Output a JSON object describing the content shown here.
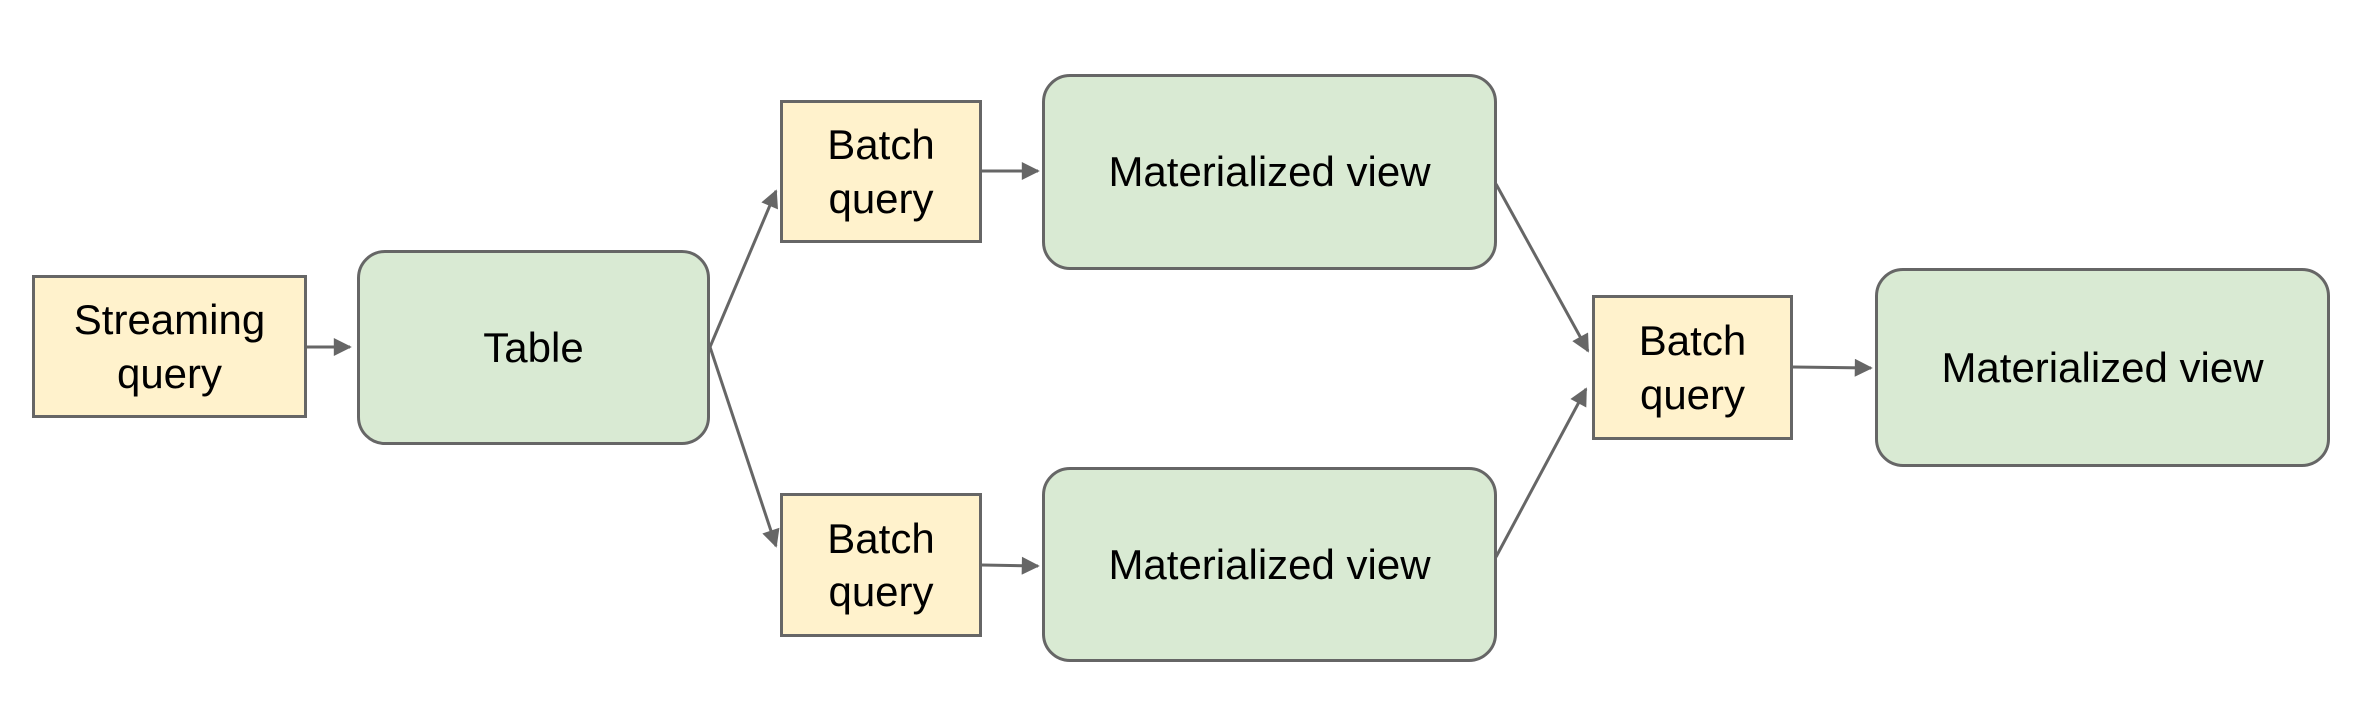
{
  "diagram": {
    "nodes": [
      {
        "id": "streaming-query",
        "label": "Streaming query",
        "shape": "rectangle",
        "fill": "#fff2cc"
      },
      {
        "id": "table",
        "label": "Table",
        "shape": "rounded-rectangle",
        "fill": "#d9ead3"
      },
      {
        "id": "batch-query-top",
        "label": "Batch query",
        "shape": "rectangle",
        "fill": "#fff2cc"
      },
      {
        "id": "materialized-view-top",
        "label": "Materialized view",
        "shape": "rounded-rectangle",
        "fill": "#d9ead3"
      },
      {
        "id": "batch-query-bottom",
        "label": "Batch query",
        "shape": "rectangle",
        "fill": "#fff2cc"
      },
      {
        "id": "materialized-view-bottom",
        "label": "Materialized view",
        "shape": "rounded-rectangle",
        "fill": "#d9ead3"
      },
      {
        "id": "batch-query-right",
        "label": "Batch query",
        "shape": "rectangle",
        "fill": "#fff2cc"
      },
      {
        "id": "materialized-view-final",
        "label": "Materialized view",
        "shape": "rounded-rectangle",
        "fill": "#d9ead3"
      }
    ],
    "edges": [
      {
        "from": "streaming-query",
        "to": "table"
      },
      {
        "from": "table",
        "to": "batch-query-top"
      },
      {
        "from": "table",
        "to": "batch-query-bottom"
      },
      {
        "from": "batch-query-top",
        "to": "materialized-view-top"
      },
      {
        "from": "batch-query-bottom",
        "to": "materialized-view-bottom"
      },
      {
        "from": "materialized-view-top",
        "to": "batch-query-right"
      },
      {
        "from": "materialized-view-bottom",
        "to": "batch-query-right"
      },
      {
        "from": "batch-query-right",
        "to": "materialized-view-final"
      }
    ],
    "colors": {
      "query_fill": "#fff2cc",
      "view_fill": "#d9ead3",
      "border": "#666666",
      "arrow": "#666666",
      "text": "#000000",
      "background": "#ffffff"
    }
  }
}
